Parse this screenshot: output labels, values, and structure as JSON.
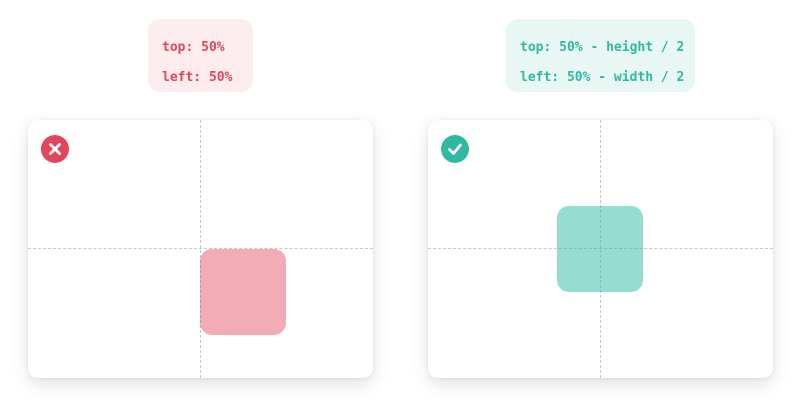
{
  "wrong_example": {
    "code_lines": [
      "top: 50%",
      "left: 50%"
    ],
    "color": "#e3465c",
    "status_icon": "x-circle-icon"
  },
  "right_example": {
    "code_lines": [
      "top: 50% - height / 2",
      "left: 50% - width / 2"
    ],
    "color": "#2fb9a2",
    "status_icon": "check-circle-icon"
  }
}
